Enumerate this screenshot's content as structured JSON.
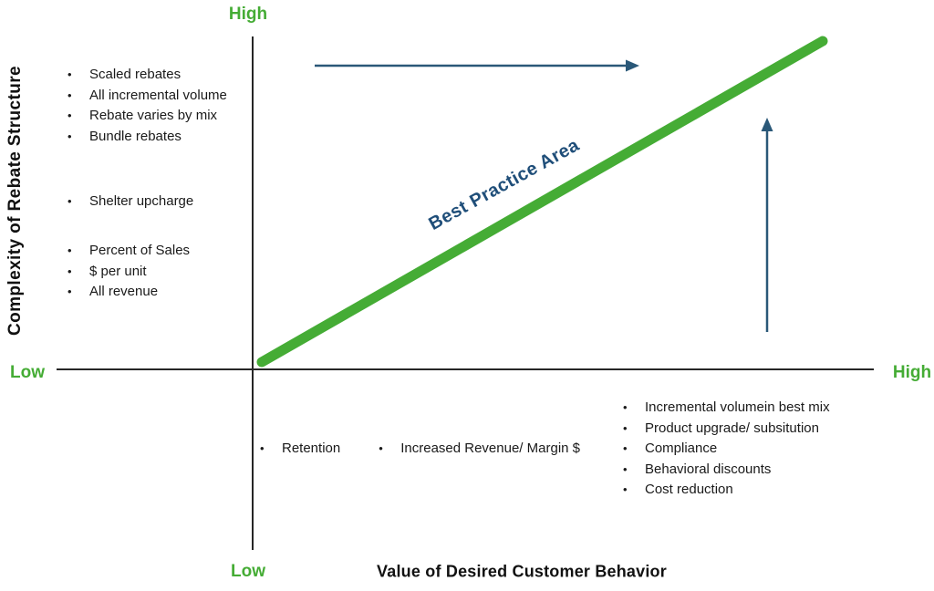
{
  "colors": {
    "green": "#45ac35",
    "navy_text": "#1f4e79",
    "navy_arrow": "#2a5878",
    "axis": "#262626",
    "text": "#1a1a1a"
  },
  "y_axis": {
    "title": "Complexity of Rebate Structure",
    "high": "High",
    "low": "Low"
  },
  "x_axis": {
    "title": "Value of Desired Customer Behavior",
    "high": "High",
    "low": "Low"
  },
  "annotations": {
    "best_practice": "Best Practice Area"
  },
  "lists": {
    "upper_left": [
      "Scaled rebates",
      "All incremental volume",
      "Rebate varies by mix",
      "Bundle rebates"
    ],
    "mid_left": [
      "Shelter upcharge"
    ],
    "lower_left": [
      "Percent of Sales",
      "$ per unit",
      "All revenue"
    ],
    "bottom_center": [
      "Retention",
      "Increased Revenue/ Margin $"
    ],
    "bottom_right": [
      "Incremental volumein best mix",
      "Product upgrade/  subsitution",
      "Compliance",
      "Behavioral discounts",
      "Cost reduction"
    ]
  }
}
